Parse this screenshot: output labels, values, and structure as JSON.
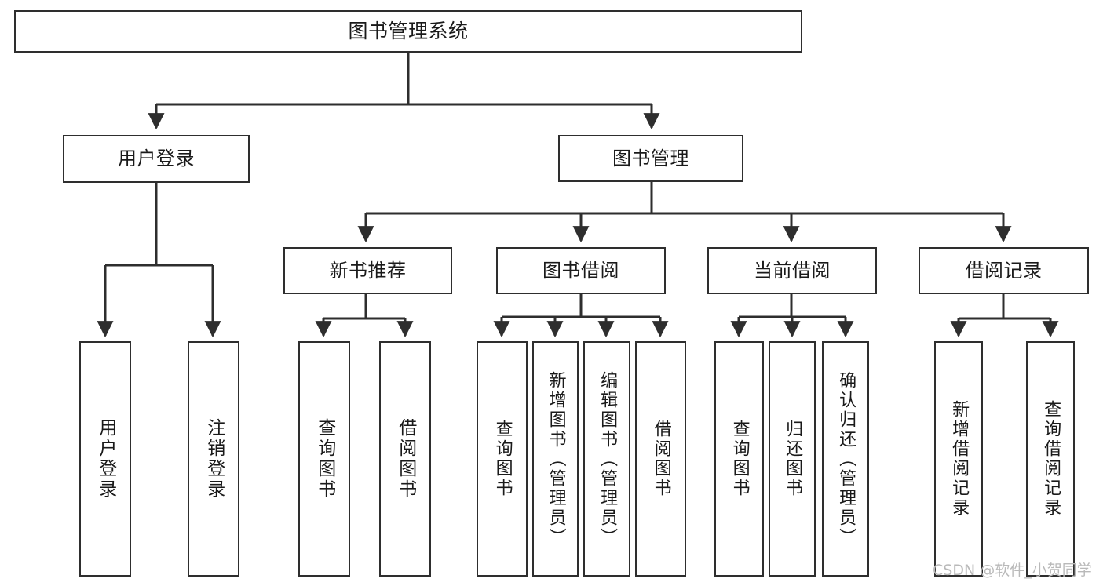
{
  "diagram": {
    "type": "tree-hierarchy",
    "title": "图书管理系统",
    "watermark": "CSDN @软件_小贺同学",
    "colors": {
      "stroke": "#2e2e2e",
      "fill": "#ffffff",
      "text": "#1a1a1a",
      "watermark": "#b9b9b9"
    },
    "nodes": {
      "root": {
        "label": "图书管理系统"
      },
      "level2": [
        {
          "id": "user-login",
          "label": "用户登录"
        },
        {
          "id": "book-manage",
          "label": "图书管理"
        }
      ],
      "level3": [
        {
          "id": "new-book-rec",
          "label": "新书推荐"
        },
        {
          "id": "book-borrow",
          "label": "图书借阅"
        },
        {
          "id": "current-borrow",
          "label": "当前借阅"
        },
        {
          "id": "borrow-record",
          "label": "借阅记录"
        }
      ],
      "leaves": {
        "user-login": [
          {
            "id": "leaf-user-login",
            "label": "用户登录"
          },
          {
            "id": "leaf-user-logout",
            "label": "注销登录"
          }
        ],
        "new-book-rec": [
          {
            "id": "leaf-query-book-1",
            "label": "查询图书"
          },
          {
            "id": "leaf-borrow-book-1",
            "label": "借阅图书"
          }
        ],
        "book-borrow": [
          {
            "id": "leaf-query-book-2",
            "label": "查询图书"
          },
          {
            "id": "leaf-add-book",
            "label": "新增图书（管理员）"
          },
          {
            "id": "leaf-edit-book",
            "label": "编辑图书（管理员）"
          },
          {
            "id": "leaf-borrow-book-2",
            "label": "借阅图书"
          }
        ],
        "current-borrow": [
          {
            "id": "leaf-query-book-3",
            "label": "查询图书"
          },
          {
            "id": "leaf-return-book",
            "label": "归还图书"
          },
          {
            "id": "leaf-confirm-return",
            "label": "确认归还（管理员）"
          }
        ],
        "borrow-record": [
          {
            "id": "leaf-add-record",
            "label": "新增借阅记录"
          },
          {
            "id": "leaf-query-record",
            "label": "查询借阅记录"
          }
        ]
      }
    }
  }
}
